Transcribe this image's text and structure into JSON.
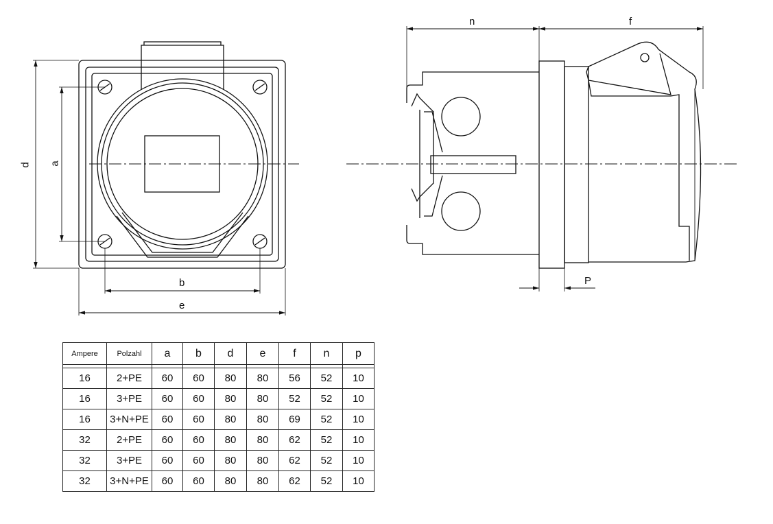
{
  "dimension_labels": {
    "a": "a",
    "b": "b",
    "d": "d",
    "e": "e",
    "n": "n",
    "f": "f",
    "p": "P"
  },
  "table": {
    "headers": [
      "Ampere",
      "Polzahl",
      "a",
      "b",
      "d",
      "e",
      "f",
      "n",
      "p"
    ],
    "rows": [
      [
        "16",
        "2+PE",
        "60",
        "60",
        "80",
        "80",
        "56",
        "52",
        "10"
      ],
      [
        "16",
        "3+PE",
        "60",
        "60",
        "80",
        "80",
        "52",
        "52",
        "10"
      ],
      [
        "16",
        "3+N+PE",
        "60",
        "60",
        "80",
        "80",
        "69",
        "52",
        "10"
      ],
      [
        "32",
        "2+PE",
        "60",
        "60",
        "80",
        "80",
        "62",
        "52",
        "10"
      ],
      [
        "32",
        "3+PE",
        "60",
        "60",
        "80",
        "80",
        "62",
        "52",
        "10"
      ],
      [
        "32",
        "3+N+PE",
        "60",
        "60",
        "80",
        "80",
        "62",
        "52",
        "10"
      ]
    ]
  }
}
